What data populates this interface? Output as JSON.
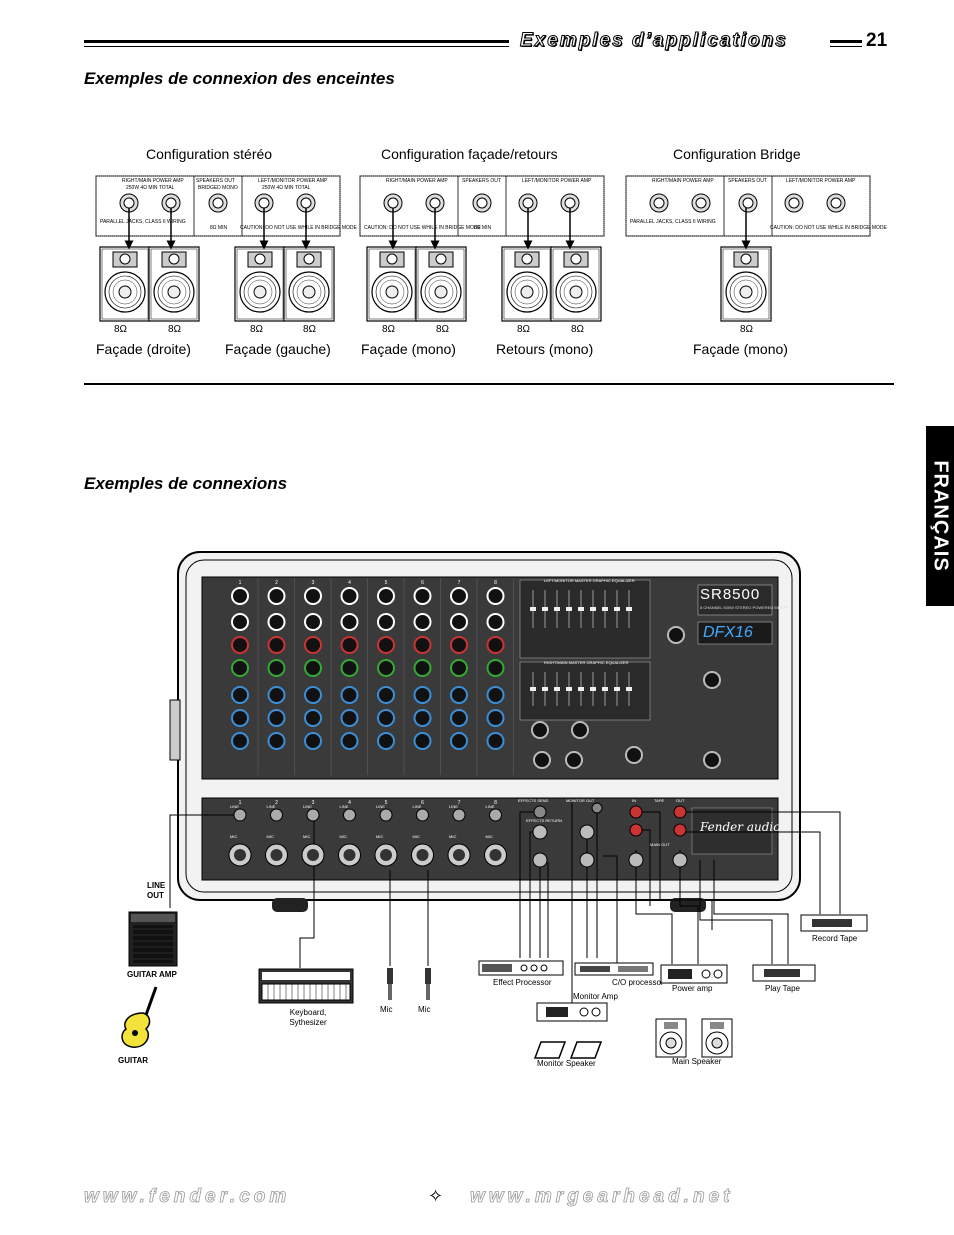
{
  "header": {
    "title": "Exemples d’applications",
    "page_number": "21"
  },
  "section1": {
    "title": "Exemples de connexion des enceintes",
    "configs": [
      {
        "label": "Configuration stéréo"
      },
      {
        "label": "Configuration façade/retours"
      },
      {
        "label": "Configuration Bridge"
      }
    ],
    "amp_panel": {
      "right_main": "RIGHT/MAIN POWER AMP",
      "left_monitor": "LEFT/MONITOR POWER AMP",
      "power_spec": "250W 4Ω MIN TOTAL",
      "speakers_out": "SPEAKERS OUT",
      "bridged_mono": "BRIDGED MONO",
      "parallel_jacks": "PARALLEL JACKS, CLASS II WIRING",
      "caution": "CAUTION: DO NOT USE WHILE IN BRIDGE MODE",
      "min_8ohm": "8Ω MIN"
    },
    "ohm": "8Ω",
    "speaker_labels": [
      "Façade (droite)",
      "Façade (gauche)",
      "Façade (mono)",
      "Retours (mono)",
      "Façade (mono)"
    ]
  },
  "section2": {
    "title": "Exemples de connexions",
    "mixer": {
      "model": "SR8500",
      "subtitle": "8 CHANNEL 500W STEREO POWERED MIXER",
      "dsp": "DFX16",
      "brand": "Fender audio",
      "channels": [
        "1",
        "2",
        "3",
        "4",
        "5",
        "6",
        "7",
        "8"
      ],
      "eq_left": "LEFT/MONITOR MASTER GRAPHIC EQUALIZER",
      "eq_right": "RIGHT/MAIN MASTER GRAPHIC EQUALIZER",
      "jacks": {
        "line": "LINE",
        "mic": "MIC",
        "effects_send": "EFFECTS SEND",
        "effects_return": "EFFECTS RETURN",
        "monitor_out": "MONITOR OUT",
        "in": "IN",
        "tape": "TAPE",
        "out": "OUT",
        "main_out": "MAIN OUT"
      }
    },
    "devices": {
      "line_out": "LINE OUT",
      "guitar_amp": "GUITAR AMP",
      "guitar": "GUITAR",
      "keyboard": "Keyboard, Sythesizer",
      "mic1": "Mic",
      "mic2": "Mic",
      "effect_processor": "Effect Processor",
      "monitor_amp": "Monitor Amp",
      "monitor_speaker": "Monitor Speaker",
      "co_processor": "C/O processor",
      "power_amp": "Power amp",
      "main_speaker": "Main Speaker",
      "play_tape": "Play Tape",
      "record_tape": "Record Tape"
    }
  },
  "side_tab": "FRANÇAIS",
  "footer": {
    "left": "www.fender.com",
    "separator": "✧",
    "right": "www.mrgearhead.net"
  }
}
